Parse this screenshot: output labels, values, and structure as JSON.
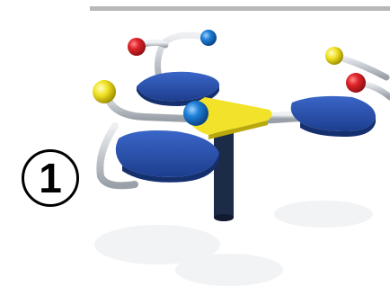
{
  "step_number": "1",
  "colors": {
    "seat_blue": "#2a52b0",
    "seat_blue_dark": "#1a357a",
    "center_yellow": "#f2e22a",
    "ball_red": "#e0232a",
    "ball_blue": "#1e7fd8",
    "ball_yellow": "#f0e020",
    "frame_silver": "#c9cdd3",
    "post_navy": "#1c2b48",
    "divider_gray": "#b8b8b8"
  },
  "icons": [
    "step-number-badge",
    "playground-spinner-illustration"
  ]
}
